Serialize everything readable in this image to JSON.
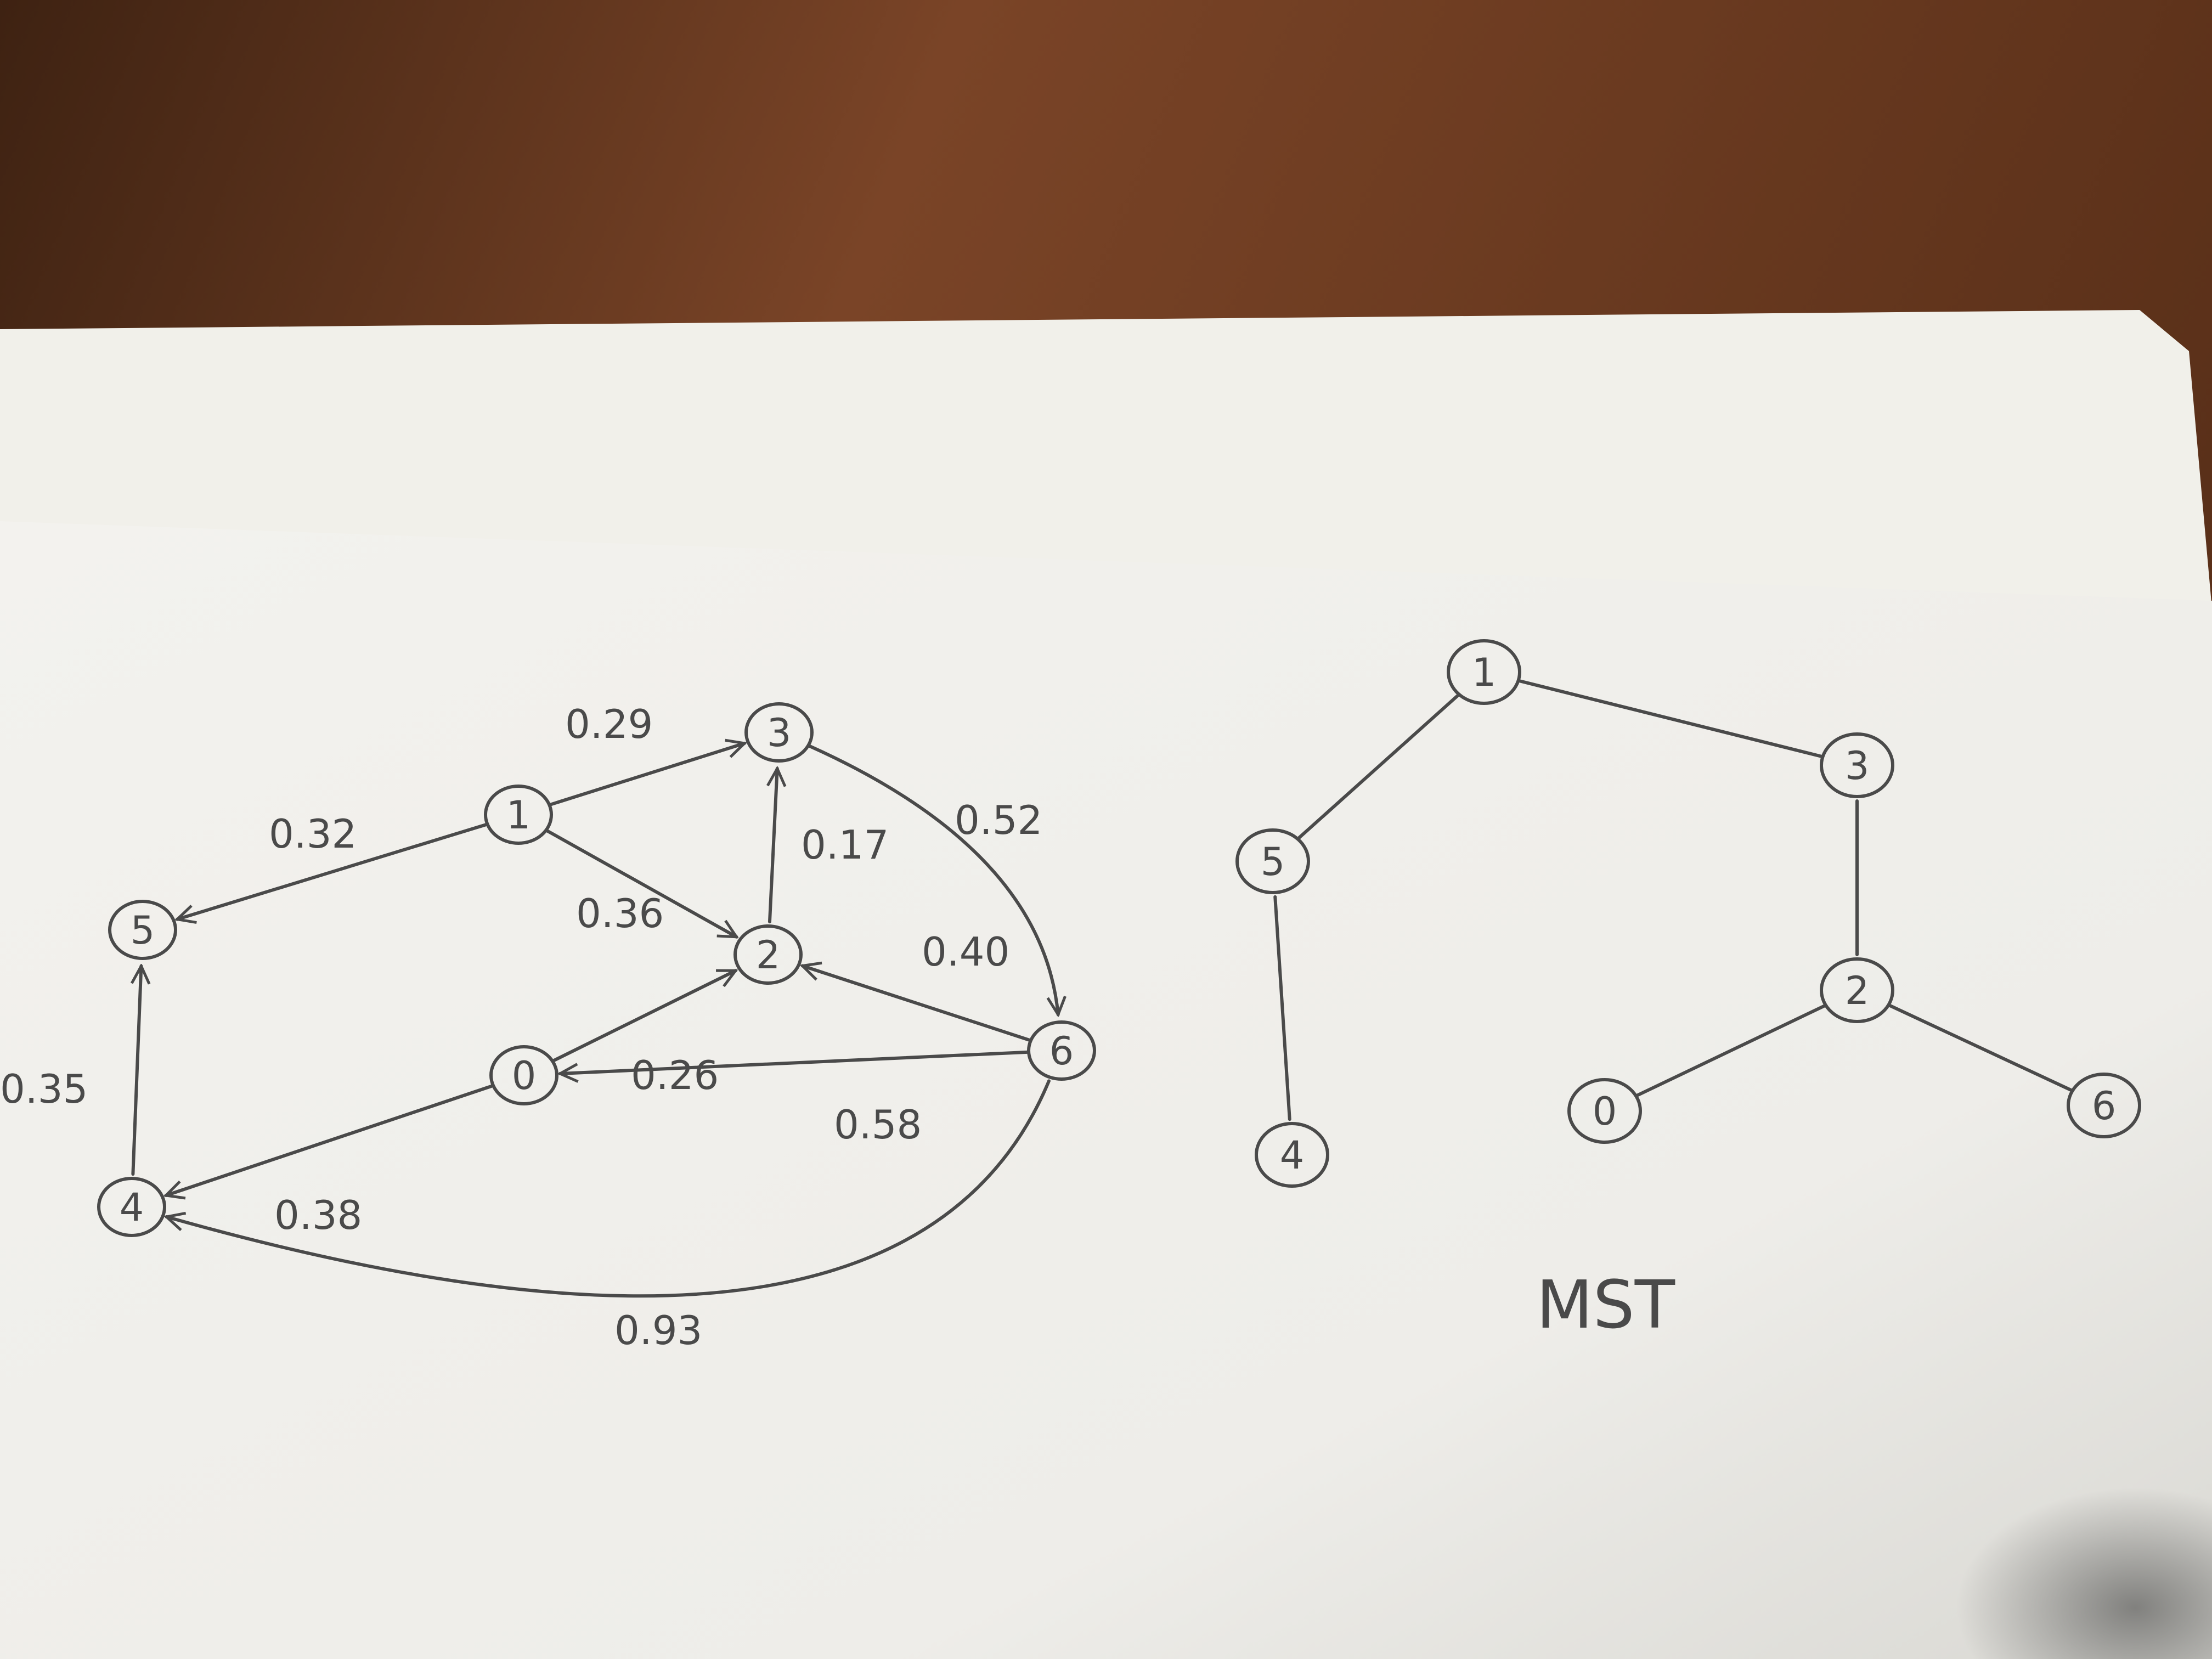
{
  "graph": {
    "nodes": [
      {
        "id": "0",
        "label": "0"
      },
      {
        "id": "1",
        "label": "1"
      },
      {
        "id": "2",
        "label": "2"
      },
      {
        "id": "3",
        "label": "3"
      },
      {
        "id": "4",
        "label": "4"
      },
      {
        "id": "5",
        "label": "5"
      },
      {
        "id": "6",
        "label": "6"
      }
    ],
    "edges": [
      {
        "from": "1",
        "to": "3",
        "weight": "0.29"
      },
      {
        "from": "1",
        "to": "5",
        "weight": "0.32"
      },
      {
        "from": "1",
        "to": "2",
        "weight": "0.36"
      },
      {
        "from": "2",
        "to": "3",
        "weight": "0.17"
      },
      {
        "from": "3",
        "to": "6",
        "weight": "0.52"
      },
      {
        "from": "6",
        "to": "2",
        "weight": "0.40"
      },
      {
        "from": "0",
        "to": "2",
        "weight": "0.26"
      },
      {
        "from": "6",
        "to": "0",
        "weight": "0.58"
      },
      {
        "from": "4",
        "to": "5",
        "weight": "0.35"
      },
      {
        "from": "0",
        "to": "4",
        "weight": "0.38"
      },
      {
        "from": "6",
        "to": "4",
        "weight": "0.93"
      }
    ]
  },
  "mst": {
    "title": "MST",
    "nodes": [
      {
        "id": "1",
        "label": "1"
      },
      {
        "id": "3",
        "label": "3"
      },
      {
        "id": "5",
        "label": "5"
      },
      {
        "id": "4",
        "label": "4"
      },
      {
        "id": "2",
        "label": "2"
      },
      {
        "id": "0",
        "label": "0"
      },
      {
        "id": "6",
        "label": "6"
      }
    ],
    "edges": [
      {
        "from": "1",
        "to": "5"
      },
      {
        "from": "1",
        "to": "3"
      },
      {
        "from": "5",
        "to": "4"
      },
      {
        "from": "3",
        "to": "2"
      },
      {
        "from": "2",
        "to": "0"
      },
      {
        "from": "2",
        "to": "6"
      }
    ]
  },
  "colors": {
    "pencil": "#4a4a4a",
    "paper": "#f4f3ef",
    "table": "#6b3a22"
  }
}
